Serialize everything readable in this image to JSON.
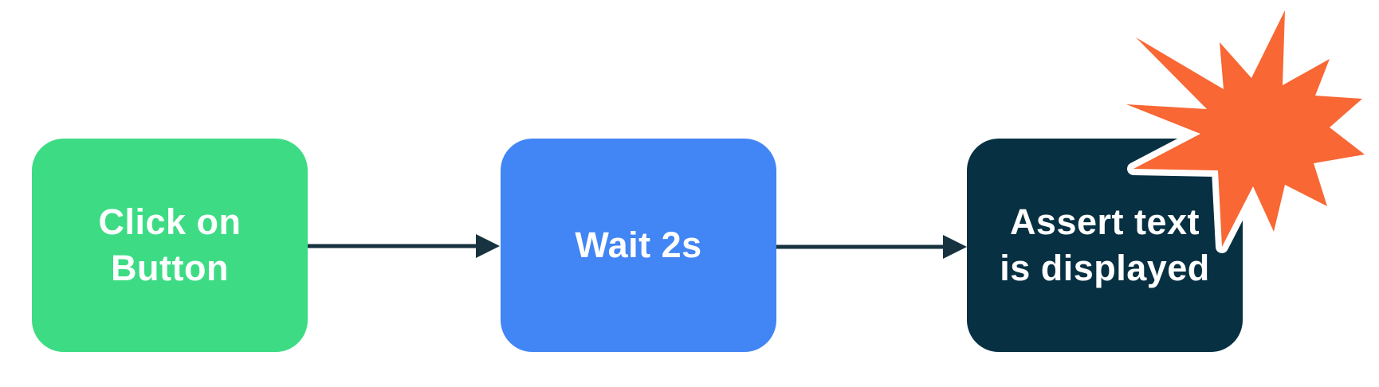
{
  "diagram": {
    "title": "test-steps-flow",
    "background_color": "#ffffff",
    "nodes": [
      {
        "id": "step-1",
        "label": "Click on\nButton",
        "color": "#3DDC84",
        "text_color": "#ffffff"
      },
      {
        "id": "step-2",
        "label": "Wait 2s",
        "color": "#4285F4",
        "text_color": "#ffffff"
      },
      {
        "id": "step-3",
        "label": "Assert text\nis displayed",
        "color": "#073042",
        "text_color": "#ffffff"
      }
    ],
    "connectors": [
      {
        "from": "step-1",
        "to": "step-2"
      },
      {
        "from": "step-2",
        "to": "step-3"
      }
    ],
    "connector_color": "#17333F",
    "burst": {
      "name": "failure-burst",
      "color": "#F86734",
      "halo_color": "#ffffff"
    }
  }
}
